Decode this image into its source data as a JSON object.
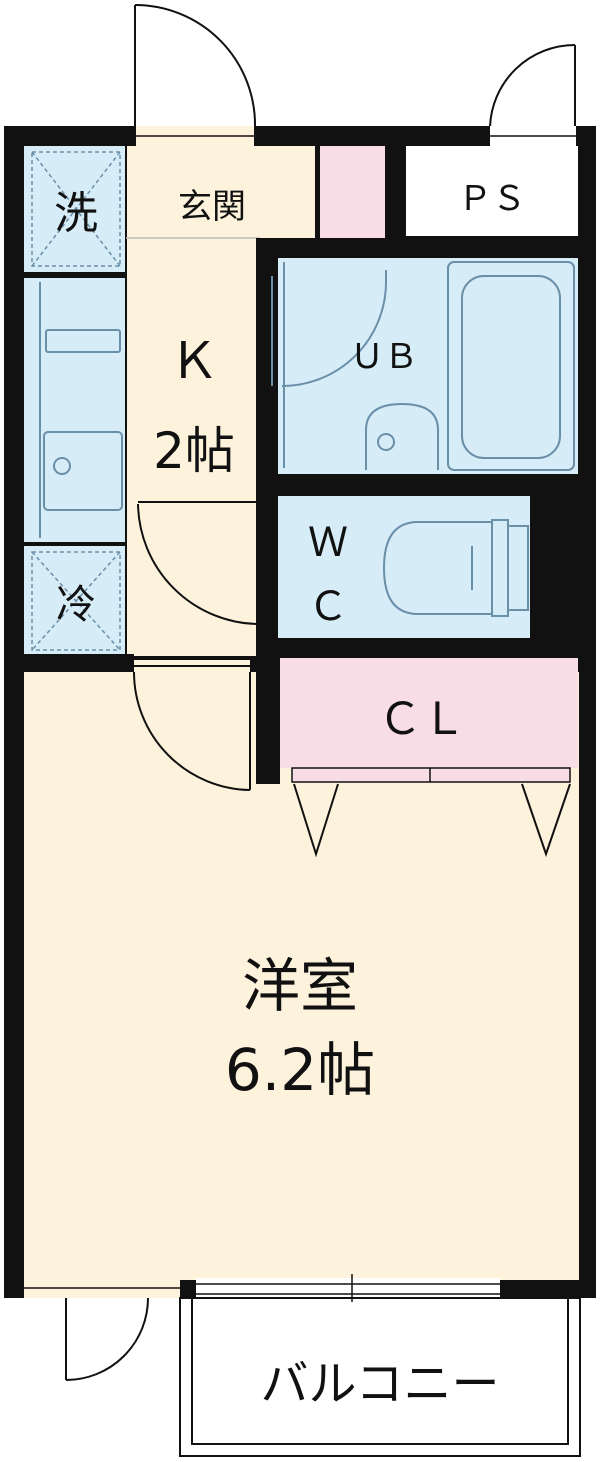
{
  "rooms": {
    "washer": {
      "label": "洗"
    },
    "entrance": {
      "label": "玄関"
    },
    "ps": {
      "label": "ＰＳ"
    },
    "kitchen": {
      "label": "Ｋ",
      "size": "2帖"
    },
    "bath": {
      "label": "ＵＢ"
    },
    "toilet": {
      "label_line1": "Ｗ",
      "label_line2": "Ｃ"
    },
    "fridge": {
      "label": "冷"
    },
    "closet": {
      "label": "ＣＬ"
    },
    "western": {
      "label": "洋室",
      "size": "6.2帖"
    },
    "balcony": {
      "label": "バルコニー"
    }
  },
  "colors": {
    "wall": "#111111",
    "floor": "#fdf3dd",
    "water_area": "#d6ecf7",
    "storage": "#f8dde6",
    "fixture_line": "#6a8fa8"
  }
}
